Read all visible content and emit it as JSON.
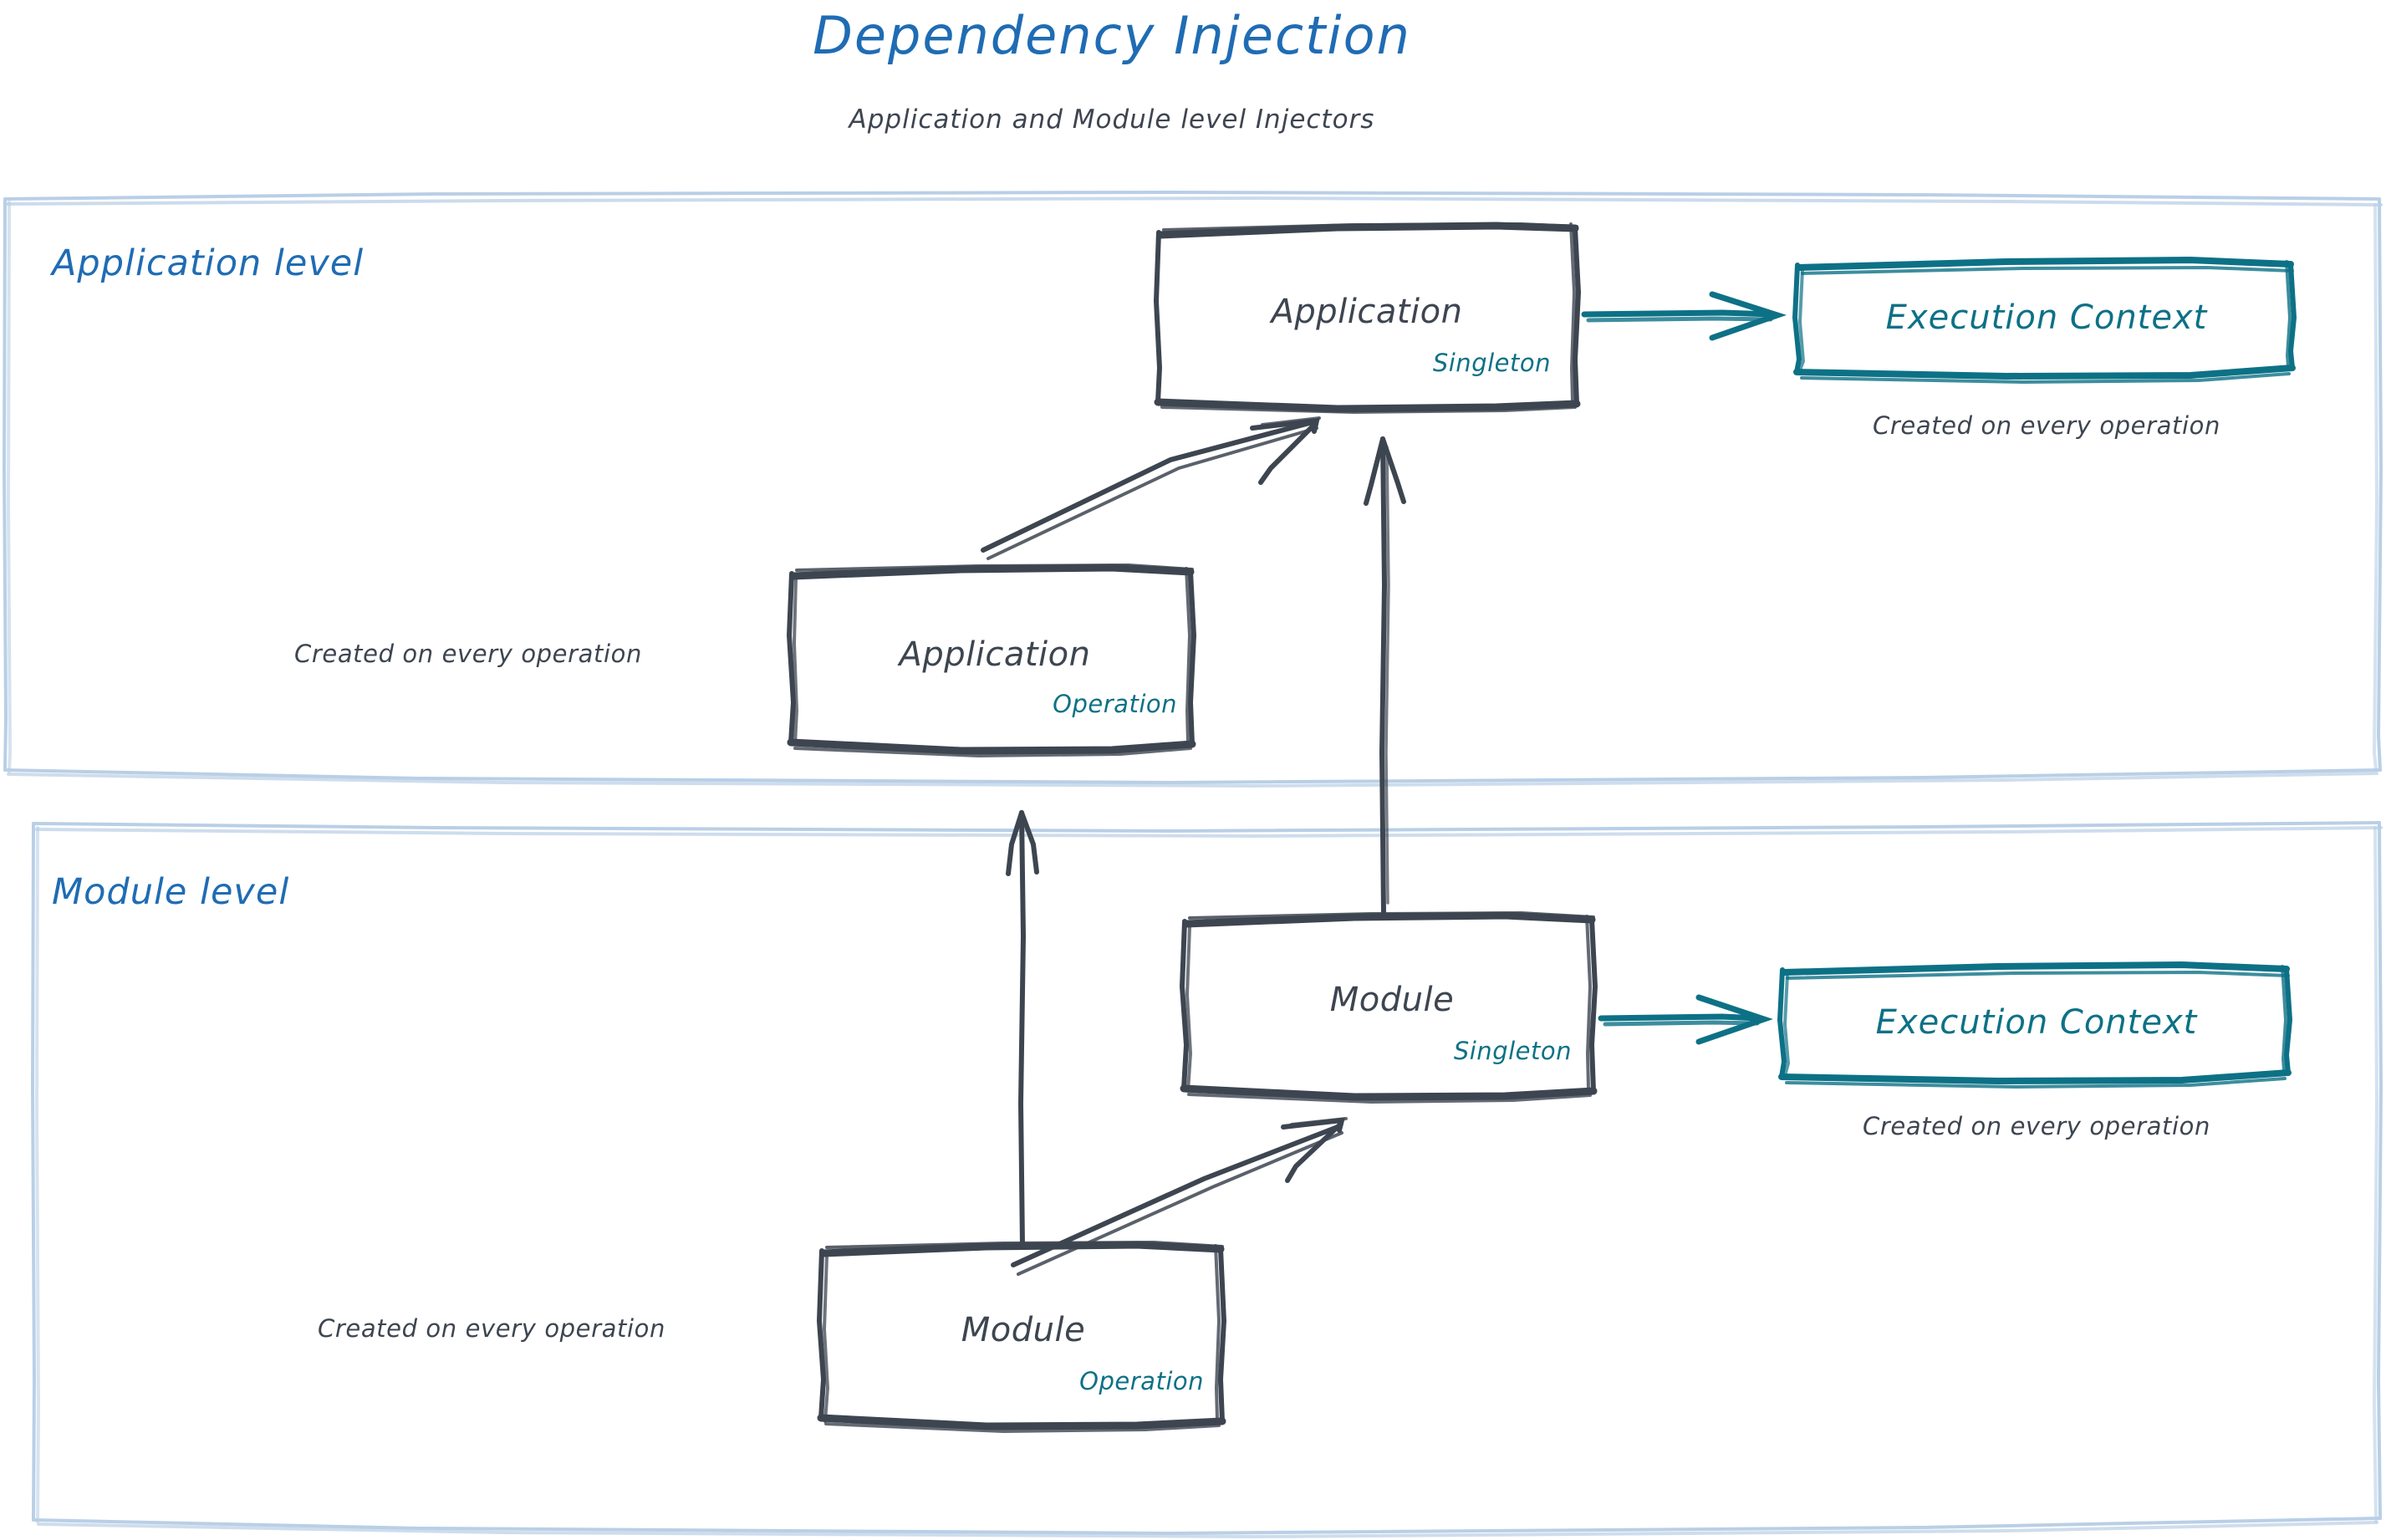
{
  "header": {
    "title": "Dependency Injection",
    "subtitle": "Application and Module level Injectors"
  },
  "colors": {
    "title_blue": "#1f6cb4",
    "sketch_gray": "#3d4550",
    "teal": "#0d7186",
    "container_blue": "#b9cfe6"
  },
  "containers": [
    {
      "id": "application-level",
      "label": "Application level"
    },
    {
      "id": "module-level",
      "label": "Module level"
    }
  ],
  "nodes": {
    "application_singleton": {
      "title": "Application",
      "scope": "Singleton"
    },
    "application_operation": {
      "title": "Application",
      "scope": "Operation"
    },
    "module_singleton": {
      "title": "Module",
      "scope": "Singleton"
    },
    "module_operation": {
      "title": "Module",
      "scope": "Operation"
    },
    "execution_context_app": {
      "title": "Execution Context"
    },
    "execution_context_module": {
      "title": "Execution Context"
    }
  },
  "captions": {
    "app_operation": "Created on every operation",
    "app_execution_context": "Created on every operation",
    "module_operation": "Created on every operation",
    "module_execution_context": "Created on every operation"
  },
  "edges": [
    {
      "id": "app-operation-to-app-singleton",
      "from": "application_operation",
      "to": "application_singleton",
      "style": "sketch-double",
      "color": "#3d4550"
    },
    {
      "id": "module-singleton-to-app-singleton",
      "from": "module_singleton",
      "to": "application_singleton",
      "style": "sketch-single",
      "color": "#3d4550"
    },
    {
      "id": "app-singleton-to-execution-context",
      "from": "application_singleton",
      "to": "execution_context_app",
      "style": "sketch-single",
      "color": "#0d7186"
    },
    {
      "id": "module-operation-to-module-singleton",
      "from": "module_operation",
      "to": "module_singleton",
      "style": "sketch-double",
      "color": "#3d4550"
    },
    {
      "id": "module-operation-to-app-operation",
      "from": "module_operation",
      "to": "application_operation",
      "style": "sketch-single",
      "color": "#3d4550"
    },
    {
      "id": "module-singleton-to-execution-context",
      "from": "module_singleton",
      "to": "execution_context_module",
      "style": "sketch-single",
      "color": "#0d7186"
    }
  ]
}
